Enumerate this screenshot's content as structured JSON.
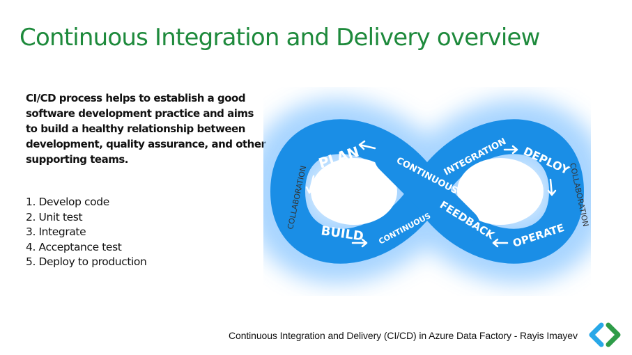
{
  "title": "Continuous Integration and Delivery overview",
  "intro": "CI/CD process helps to establish a good software development practice and aims to build a healthy relationship between development, quality assurance, and other supporting teams.",
  "steps": [
    "1. Develop code",
    "2. Unit test",
    "3. Integrate",
    "4. Acceptance test",
    "5. Deploy to production"
  ],
  "diagram": {
    "labels": {
      "plan": "PLAN",
      "continuous_top": "CONTINUOUS",
      "integration": "INTEGRATION",
      "deploy": "DEPLOY",
      "build": "BUILD",
      "continuous_bottom": "CONTINUOUS",
      "feedback": "FEEDBACK",
      "operate": "OPERATE",
      "collaboration_left": "COLLABORATION",
      "collaboration_right": "COLLABORATION"
    },
    "colors": {
      "band": "#1a8ee6",
      "glow": "#8fc8ff",
      "text": "#ffffff"
    }
  },
  "footer": "Continuous Integration and Delivery (CI/CD) in Azure Data Factory - Rayis Imayev",
  "logo": {
    "icon": "chevron-brackets-logo",
    "colors": [
      "#28a8e8",
      "#2e9c48"
    ]
  }
}
